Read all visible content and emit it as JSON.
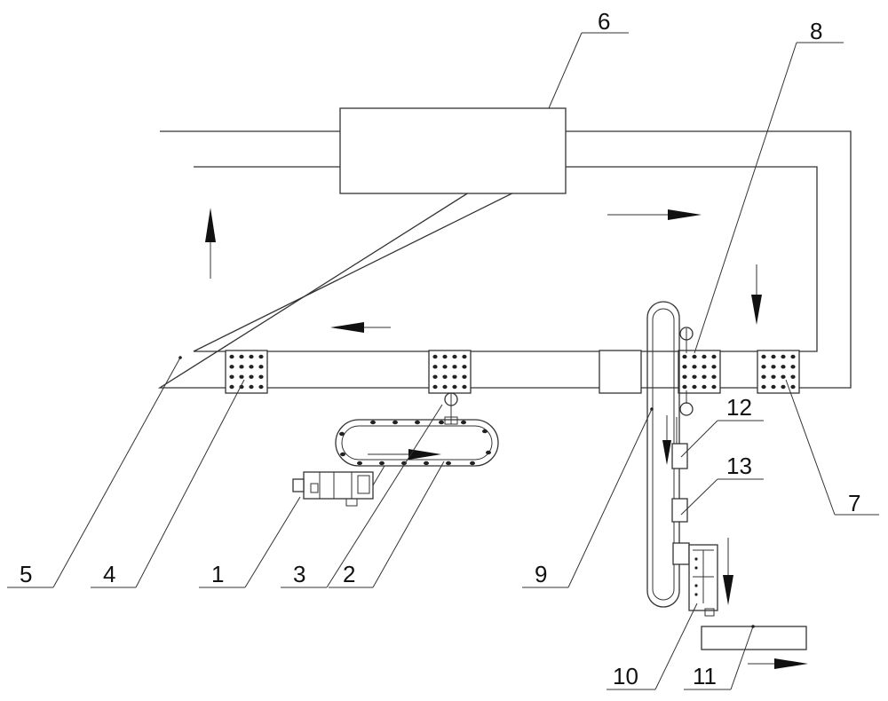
{
  "diagram": {
    "labels": {
      "l1": "1",
      "l2": "2",
      "l3": "3",
      "l4": "4",
      "l5": "5",
      "l6": "6",
      "l7": "7",
      "l8": "8",
      "l9": "9",
      "l10": "10",
      "l11": "11",
      "l12": "12",
      "l13": "13"
    },
    "colors": {
      "line": "#333333",
      "arrow": "#111111",
      "background": "#ffffff"
    }
  }
}
